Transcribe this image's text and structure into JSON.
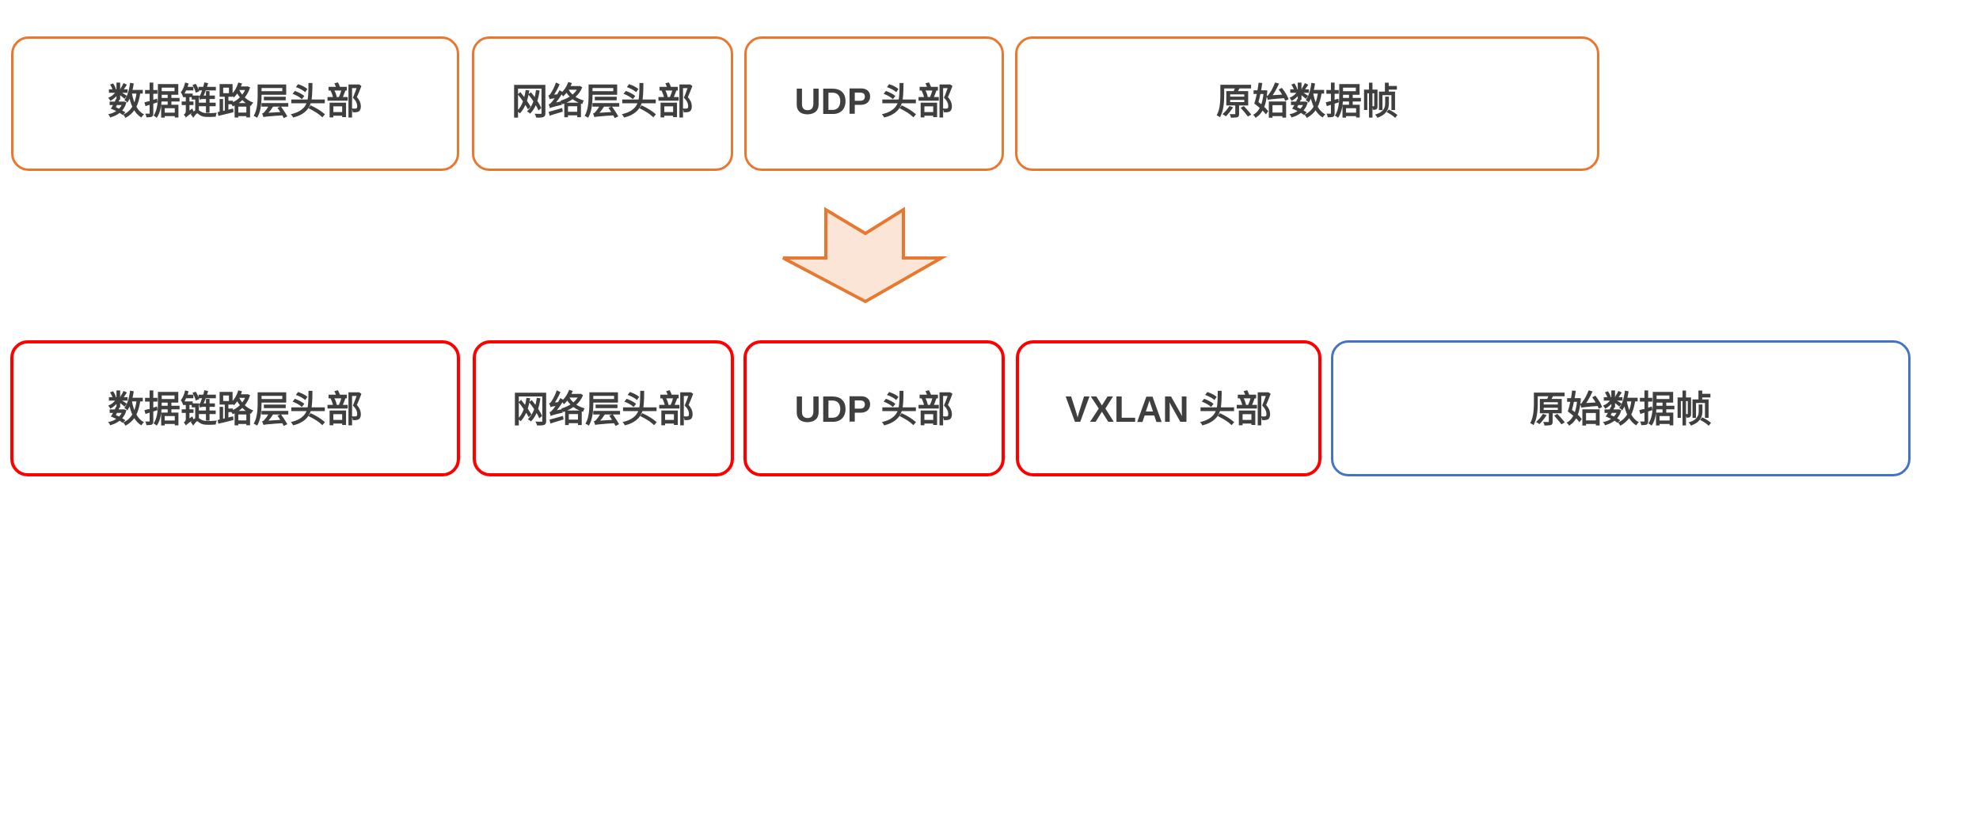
{
  "diagram": {
    "colors": {
      "canvas_background": "#FFFFFF",
      "top_box_border": "#E8782F",
      "bottom_box_border": "#FF0000",
      "payload_box_border": "#4472C4",
      "arrow_fill": "#FBE5D6",
      "arrow_stroke": "#E8782F",
      "label_text": "#3F3F3F"
    },
    "top_row": {
      "boxes": [
        {
          "label": "数据链路层头部"
        },
        {
          "label": "网络层头部"
        },
        {
          "label": "UDP 头部"
        },
        {
          "label": "原始数据帧"
        }
      ]
    },
    "arrow": {
      "icon": "down-arrow-icon",
      "direction": "down"
    },
    "bottom_row": {
      "boxes": [
        {
          "label": "数据链路层头部"
        },
        {
          "label": "网络层头部"
        },
        {
          "label": "UDP 头部"
        },
        {
          "label": "VXLAN 头部"
        },
        {
          "label": "原始数据帧"
        }
      ]
    }
  }
}
